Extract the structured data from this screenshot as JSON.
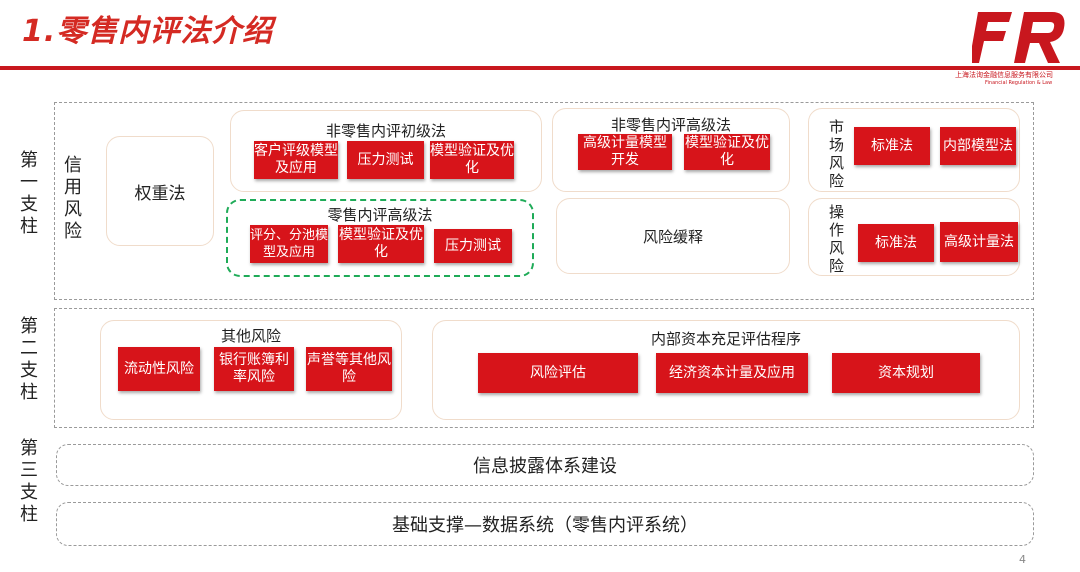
{
  "header": {
    "title": "1.零售内评法介绍",
    "logo_text": "FR",
    "logo_sub_cn": "上海法询金融信息服务有限公司",
    "logo_sub_en": "Financial Regulation & Law"
  },
  "pillars": {
    "first": "第一支柱",
    "second": "第二支柱",
    "third": "第三支柱"
  },
  "credit_risk": {
    "label": "信用风险",
    "weighted": "权重法",
    "non_retail_basic": {
      "title": "非零售内评初级法",
      "items": [
        "客户评级模型及应用",
        "压力测试",
        "模型验证及优化"
      ]
    },
    "non_retail_advanced": {
      "title": "非零售内评高级法",
      "items": [
        "高级计量模型开发",
        "模型验证及优化"
      ]
    },
    "retail_advanced": {
      "title": "零售内评高级法",
      "items": [
        "评分、分池模型及应用",
        "模型验证及优化",
        "压力测试"
      ]
    },
    "mitigation": "风险缓释"
  },
  "market_risk": {
    "label": "市场风险",
    "items": [
      "标准法",
      "内部模型法"
    ]
  },
  "operational_risk": {
    "label": "操作风险",
    "items": [
      "标准法",
      "高级计量法"
    ]
  },
  "other_risks": {
    "title": "其他风险",
    "items": [
      "流动性风险",
      "银行账簿利率风险",
      "声誉等其他风险"
    ]
  },
  "icaap": {
    "title": "内部资本充足评估程序",
    "items": [
      "风险评估",
      "经济资本计量及应用",
      "资本规划"
    ]
  },
  "disclosure": "信息披露体系建设",
  "foundation": "基础支撑—数据系统（零售内评系统）",
  "page_number": "4",
  "colors": {
    "brand_red": "#d7141a",
    "highlight_green": "#1fab58"
  }
}
